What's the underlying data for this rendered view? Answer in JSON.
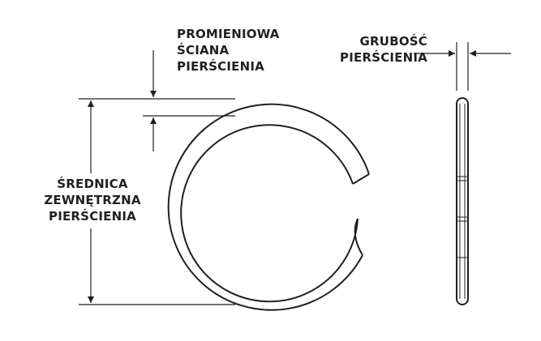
{
  "labels": {
    "radial_wall": [
      "PROMIENIOWA",
      "ŚCIANA",
      "PIERŚCIENIA"
    ],
    "outer_diameter": [
      "ŚREDNICA",
      "ZEWNĘTRZNA",
      "PIERŚCIENIA"
    ],
    "thickness": [
      "GRUBOŚĆ",
      "PIERŚCIENIA"
    ]
  },
  "colors": {
    "line": "#231f20",
    "background": "#ffffff"
  }
}
